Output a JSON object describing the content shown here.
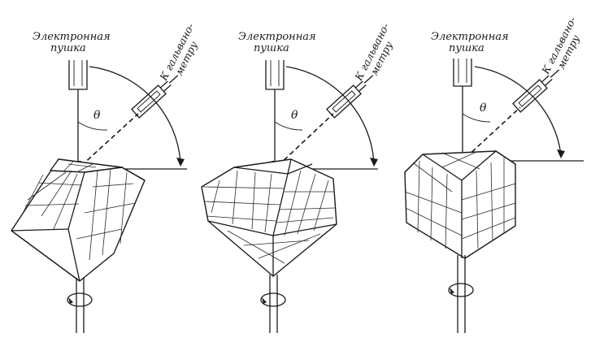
{
  "panels": [
    {
      "gun_label_line1": "Электронная",
      "gun_label_line2": "пушка",
      "angle_symbol": "θ",
      "galvanometer_label_line1": "К гальвано-",
      "galvanometer_label_line2": "метру"
    },
    {
      "gun_label_line1": "Электронная",
      "gun_label_line2": "пушка",
      "angle_symbol": "θ",
      "galvanometer_label_line1": "К гальвано-",
      "galvanometer_label_line2": "метру"
    },
    {
      "gun_label_line1": "Электронная",
      "gun_label_line2": "пушка",
      "angle_symbol": "θ",
      "galvanometer_label_line1": "К гальвано-",
      "galvanometer_label_line2": "метру"
    }
  ],
  "colors": {
    "ink": "#1a1a1a",
    "paper": "#ffffff"
  }
}
